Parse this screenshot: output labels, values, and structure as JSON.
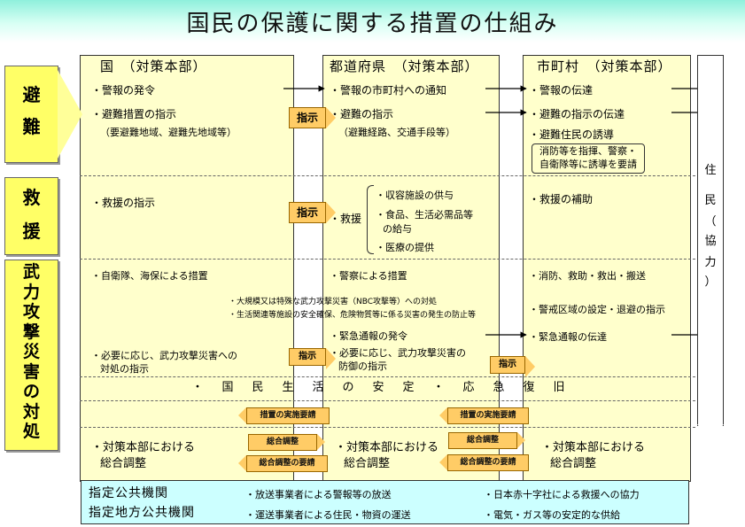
{
  "title": "国民の保護に関する措置の仕組み",
  "columns": {
    "national": "国　（対策本部）",
    "prefecture": "都道府県　（対策本部）",
    "municipality": "市町村　（対策本部）"
  },
  "side_labels": {
    "evacuation": [
      "避",
      "難"
    ],
    "relief": [
      "救",
      "援"
    ],
    "armed_attack": [
      "武",
      "力",
      "攻",
      "撃",
      "災",
      "害",
      "の",
      "対",
      "処"
    ]
  },
  "evacuation": {
    "national": {
      "warning": "・警報の発令",
      "order": "・避難措置の指示",
      "note": "（要避難地域、避難先地域等）"
    },
    "arrow_label": "指示",
    "prefecture": {
      "notify": "・警報の市町村への通知",
      "order": "・避難の指示",
      "note": "（避難経路、交通手段等）"
    },
    "municipality": {
      "transmit": "・警報の伝達",
      "order_transmit": "・避難の指示の伝達",
      "guide": "・避難住民の誘導",
      "guide_note_1": "消防等を指揮、警察・",
      "guide_note_2": "自衛隊等に誘導を要請"
    }
  },
  "relief": {
    "national": "・救援の指示",
    "arrow_label": "指示",
    "prefecture_label": "・救援",
    "prefecture_items": [
      "・収容施設の供与",
      "・食品、生活必需品等",
      "の給与",
      "・医療の提供"
    ],
    "municipality": "・救援の補助"
  },
  "armed": {
    "national_1": "・自衛隊、海保による措置",
    "prefecture_1": "・警察による措置",
    "municipality_1": "・消防、救助・救出・搬送",
    "nbc": "・大規模又は特殊な武力攻撃災害（NBC攻撃等）への対処",
    "facilities": "・生活関連等施設の安全確保、危険物質等に係る災害の発生の防止等",
    "municipality_2": "・警戒区域の設定・退避の指示",
    "prefecture_2": "・緊急通報の発令",
    "municipality_3": "・緊急通報の伝達",
    "national_2a": "・必要に応じ、武力攻撃災害への",
    "national_2b": "対処の指示",
    "arrow_label_1": "指示",
    "prefecture_3a": "・必要に応じ、武力攻撃災害の",
    "prefecture_3b": "防御の指示",
    "arrow_label_2": "指示"
  },
  "recovery": "・国民生活の安定・応急復旧",
  "measure_request": "措置の実施要請",
  "coordination": {
    "national_a": "・対策本部における",
    "national_b": "総合調整",
    "prefecture_a": "・対策本部における",
    "prefecture_b": "総合調整",
    "municipality_a": "・対策本部における",
    "municipality_b": "総合調整",
    "adjust": "総合調整",
    "adjust_request": "総合調整の要請"
  },
  "residents": [
    "住",
    "民",
    "（",
    "協",
    "力",
    "）"
  ],
  "bottom": {
    "label_1": "指定公共機関",
    "label_2": "指定地方公共機関",
    "item_1": "・放送事業者による警報等の放送",
    "item_2": "・運送事業者による住民・物資の運送",
    "item_3": "・日本赤十字社による救援への協力",
    "item_4": "・電気・ガス等の安定的な供給"
  }
}
